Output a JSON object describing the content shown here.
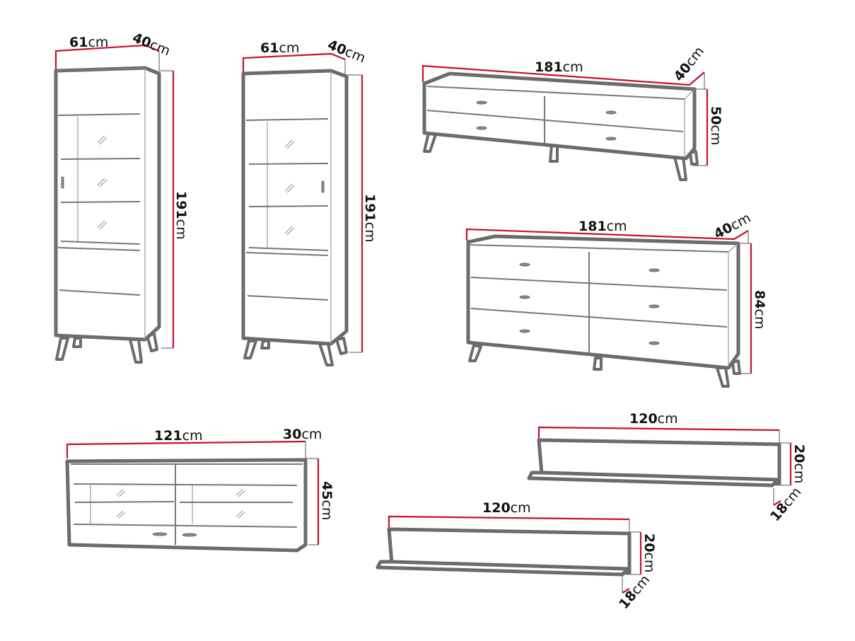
{
  "diagram": {
    "type": "furniture-dimension-drawing",
    "unit": "cm",
    "colors": {
      "outline": "#6b6b6b",
      "dimension_line": "#c8102e",
      "label": "#111111",
      "background": "#ffffff"
    },
    "items": [
      {
        "id": "display-cabinet-left",
        "name": "Tall glass display cabinet (handle left)",
        "width": {
          "value": "61",
          "unit": "cm"
        },
        "depth": {
          "value": "40",
          "unit": "cm"
        },
        "height": {
          "value": "191",
          "unit": "cm"
        }
      },
      {
        "id": "display-cabinet-right",
        "name": "Tall glass display cabinet (handle right)",
        "width": {
          "value": "61",
          "unit": "cm"
        },
        "depth": {
          "value": "40",
          "unit": "cm"
        },
        "height": {
          "value": "191",
          "unit": "cm"
        }
      },
      {
        "id": "tv-stand",
        "name": "TV stand with 4 drawers",
        "width": {
          "value": "181",
          "unit": "cm"
        },
        "depth": {
          "value": "40",
          "unit": "cm"
        },
        "height": {
          "value": "50",
          "unit": "cm"
        }
      },
      {
        "id": "chest-of-drawers",
        "name": "Chest of 6 drawers",
        "width": {
          "value": "181",
          "unit": "cm"
        },
        "depth": {
          "value": "40",
          "unit": "cm"
        },
        "height": {
          "value": "84",
          "unit": "cm"
        }
      },
      {
        "id": "wall-cabinet",
        "name": "Hanging glass wall cabinet",
        "width": {
          "value": "121",
          "unit": "cm"
        },
        "depth": {
          "value": "30",
          "unit": "cm"
        },
        "height": {
          "value": "45",
          "unit": "cm"
        }
      },
      {
        "id": "wall-shelf-upper",
        "name": "Wall shelf (upper)",
        "width": {
          "value": "120",
          "unit": "cm"
        },
        "depth": {
          "value": "18",
          "unit": "cm"
        },
        "height": {
          "value": "20",
          "unit": "cm"
        }
      },
      {
        "id": "wall-shelf-lower",
        "name": "Wall shelf (lower)",
        "width": {
          "value": "120",
          "unit": "cm"
        },
        "depth": {
          "value": "18",
          "unit": "cm"
        },
        "height": {
          "value": "20",
          "unit": "cm"
        }
      }
    ]
  }
}
